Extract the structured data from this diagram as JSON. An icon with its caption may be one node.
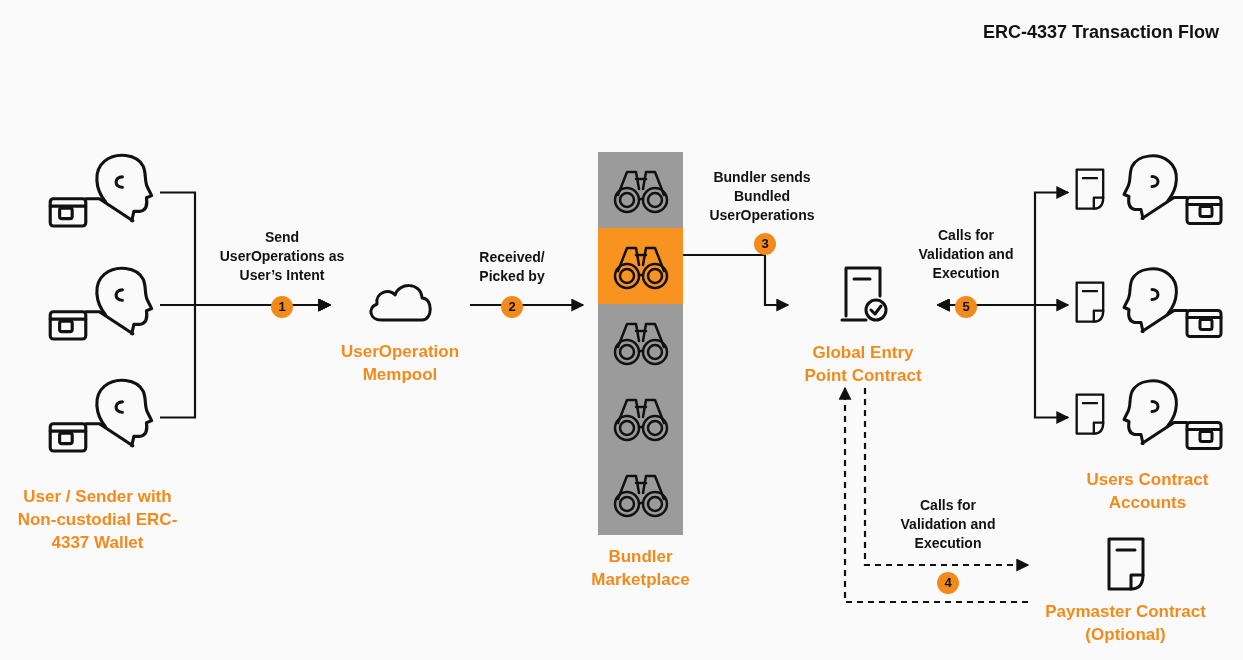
{
  "diagram": {
    "title": "ERC-4337 Transaction Flow",
    "nodes": [
      {
        "text": [
          "User / Sender with Non-custodial ERC-4337 Wallet"
        ]
      },
      {
        "text": [],
        "shape": "picture",
        "in": 0
      },
      {
        "text": [],
        "shape": "picture",
        "in": 0
      },
      {
        "text": [],
        "shape": "picture",
        "in": 0
      },
      {
        "text": [
          "UserOperation Mempool"
        ]
      },
      {
        "text": [
          "Bundler Marketplace"
        ]
      },
      {
        "text": [],
        "shape": "picture",
        "in": 5
      },
      {
        "text": [],
        "shape": "picture",
        "in": 5
      },
      {
        "text": [],
        "shape": "picture",
        "in": 5
      },
      {
        "text": [],
        "shape": "picture",
        "in": 5
      },
      {
        "text": [],
        "shape": "picture",
        "in": 5
      },
      {
        "text": [
          "Global Entry Point Contract"
        ]
      },
      {
        "text": [
          "Users Contract Accounts"
        ]
      },
      {
        "text": [],
        "shape": "picture",
        "in": 12
      },
      {
        "text": [],
        "shape": "picture",
        "in": 12
      },
      {
        "text": [],
        "shape": "picture",
        "in": 12
      },
      {
        "text": [
          "Paymaster Contract (Optional)"
        ]
      }
    ],
    "edges": [
      {
        "from": 1,
        "to": 4,
        "arrow": "to",
        "label": "Send UserOperations as User’s Intent"
      },
      {
        "from": 2,
        "to": 4,
        "arrow": "to"
      },
      {
        "from": 3,
        "to": 4,
        "arrow": "to"
      },
      {
        "from": 4,
        "to": 5,
        "arrow": "to",
        "label": "Received/ Picked by"
      },
      {
        "from": 7,
        "to": 11,
        "arrow": "to",
        "label": "Bundler sends Bundled UserOperations"
      },
      {
        "from": 11,
        "to": 13,
        "arrow": "both",
        "label": "Calls for Validation and Execution"
      },
      {
        "from": 11,
        "to": 14,
        "arrow": "both"
      },
      {
        "from": 11,
        "to": 15,
        "arrow": "both"
      },
      {
        "from": 11,
        "to": 16,
        "arrow": "to",
        "style": "dashed",
        "label": "Calls for Validation and Execution"
      },
      {
        "from": 16,
        "to": 11,
        "arrow": "to",
        "style": "dashed"
      }
    ],
    "labels": [
      "1",
      "2",
      "3",
      "5",
      "4"
    ]
  }
}
